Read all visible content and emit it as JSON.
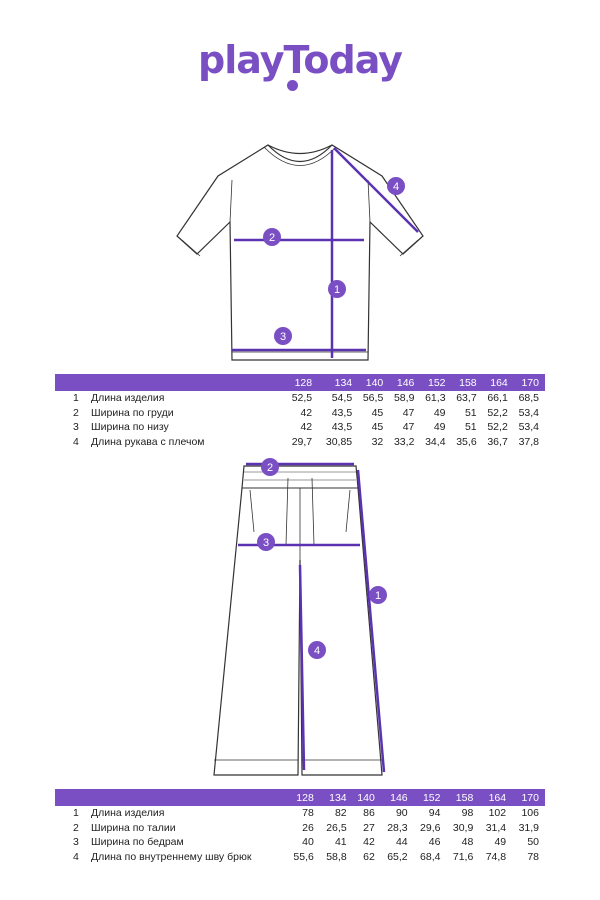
{
  "brand": {
    "logo_text": "playToday",
    "accent": "#7a4fc4"
  },
  "markers": {
    "m1": "1",
    "m2": "2",
    "m3": "3",
    "m4": "4"
  },
  "tables": [
    {
      "sizes": [
        "128",
        "134",
        "140",
        "146",
        "152",
        "158",
        "164",
        "170"
      ],
      "rows": [
        {
          "num": "1",
          "name": "Длина изделия",
          "values": [
            "52,5",
            "54,5",
            "56,5",
            "58,9",
            "61,3",
            "63,7",
            "66,1",
            "68,5"
          ]
        },
        {
          "num": "2",
          "name": "Ширина по груди",
          "values": [
            "42",
            "43,5",
            "45",
            "47",
            "49",
            "51",
            "52,2",
            "53,4"
          ]
        },
        {
          "num": "3",
          "name": "Ширина по низу",
          "values": [
            "42",
            "43,5",
            "45",
            "47",
            "49",
            "51",
            "52,2",
            "53,4"
          ]
        },
        {
          "num": "4",
          "name": "Длина рукава с плечом",
          "values": [
            "29,7",
            "30,85",
            "32",
            "33,2",
            "34,4",
            "35,6",
            "36,7",
            "37,8"
          ]
        }
      ]
    },
    {
      "sizes": [
        "128",
        "134",
        "140",
        "146",
        "152",
        "158",
        "164",
        "170"
      ],
      "rows": [
        {
          "num": "1",
          "name": "Длина изделия",
          "values": [
            "78",
            "82",
            "86",
            "90",
            "94",
            "98",
            "102",
            "106"
          ]
        },
        {
          "num": "2",
          "name": "Ширина по талии",
          "values": [
            "26",
            "26,5",
            "27",
            "28,3",
            "29,6",
            "30,9",
            "31,4",
            "31,9"
          ]
        },
        {
          "num": "3",
          "name": "Ширина по бедрам",
          "values": [
            "40",
            "41",
            "42",
            "44",
            "46",
            "48",
            "49",
            "50"
          ]
        },
        {
          "num": "4",
          "name": "Длина по внутреннему шву брюк",
          "values": [
            "55,6",
            "58,8",
            "62",
            "65,2",
            "68,4",
            "71,6",
            "74,8",
            "78"
          ]
        }
      ]
    }
  ]
}
